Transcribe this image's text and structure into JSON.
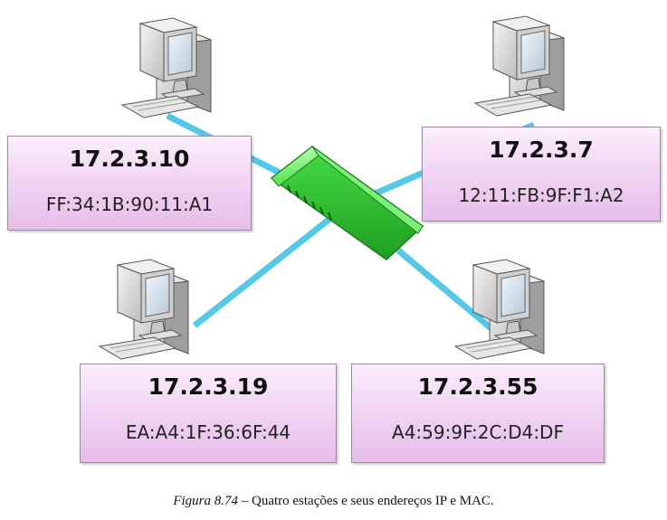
{
  "stations": [
    {
      "id": "top-left",
      "ip": "17.2.3.10",
      "mac": "FF:34:1B:90:11:A1"
    },
    {
      "id": "top-right",
      "ip": "17.2.3.7",
      "mac": "12:11:FB:9F:F1:A2"
    },
    {
      "id": "bottom-left",
      "ip": "17.2.3.19",
      "mac": "EA:A4:1F:36:6F:44"
    },
    {
      "id": "bottom-right",
      "ip": "17.2.3.55",
      "mac": "A4:59:9F:2C:D4:DF"
    }
  ],
  "colors": {
    "cable": "#55c8e8",
    "switch": "#3ee23e",
    "box": "#efd0f1",
    "computer": "#d8d8d8"
  },
  "caption": {
    "figure": "Figura 8.74",
    "text": " – Quatro estações e seus endereços IP e MAC."
  }
}
